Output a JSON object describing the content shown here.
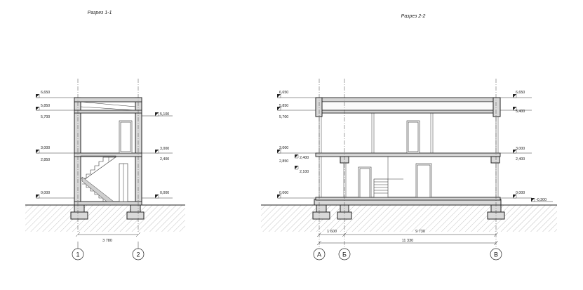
{
  "section_1": {
    "title": "Разрез 1-1",
    "levels_left": [
      "6,650",
      "5,850",
      "5,700",
      "3,000",
      "2,850",
      "0,000"
    ],
    "levels_right": [
      "5,100",
      "3,000",
      "2,400",
      "0,000"
    ],
    "dimension": "3 780",
    "axes": [
      "1",
      "2"
    ]
  },
  "section_2": {
    "title": "Разрез 2-2",
    "levels_left": [
      "6,650",
      "5,850",
      "5,700",
      "3,000",
      "2,850",
      "0,000"
    ],
    "levels_inner": [
      "2,400",
      "2,100"
    ],
    "levels_right": [
      "6,650",
      "5,400",
      "3,000",
      "2,400",
      "0,000",
      "-0,300"
    ],
    "dimensions": [
      "1 600",
      "9 730",
      "11 330"
    ],
    "axes": [
      "А",
      "Б",
      "В"
    ]
  }
}
